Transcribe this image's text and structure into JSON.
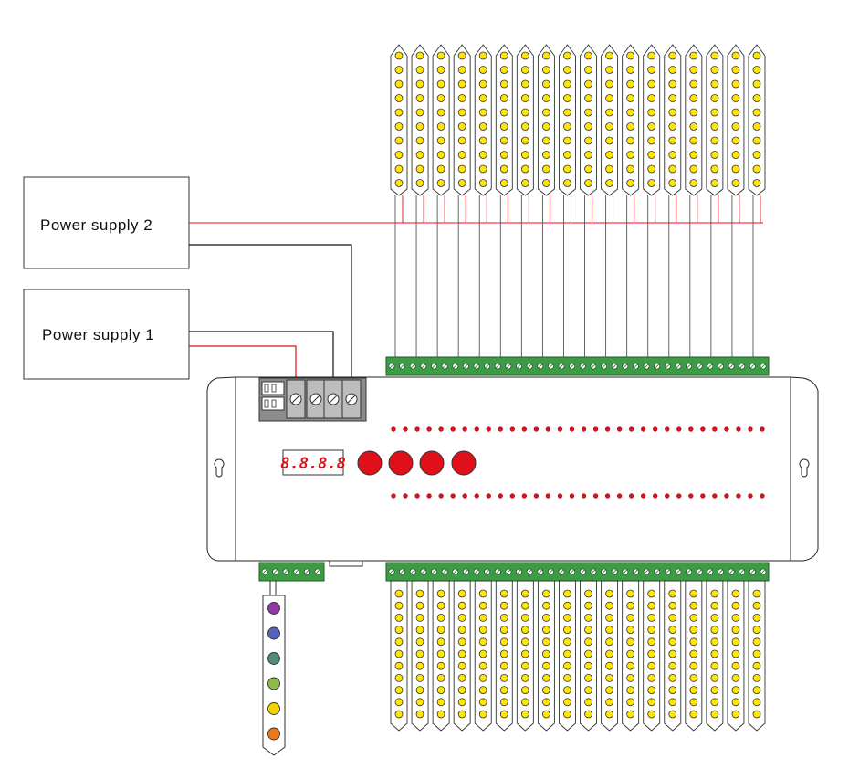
{
  "power_supplies": [
    {
      "label": "Power supply 2"
    },
    {
      "label": "Power supply 1"
    }
  ],
  "controller": {
    "display_text": "8.8.8.8",
    "button_count": 4,
    "indicator_led_rows": 2,
    "indicator_leds_per_row": 32
  },
  "led_strips": {
    "top_count": 18,
    "bottom_count": 18,
    "leds_per_top_strip": 10,
    "leds_per_bottom_strip": 11
  },
  "rgb_strip_leds": [
    {
      "name": "purple",
      "color": "#8e3aa0"
    },
    {
      "name": "blue",
      "color": "#5462b8"
    },
    {
      "name": "teal",
      "color": "#4f8c7e"
    },
    {
      "name": "green",
      "color": "#8dbb45"
    },
    {
      "name": "yellow",
      "color": "#f2d400"
    },
    {
      "name": "orange",
      "color": "#e8781a"
    }
  ],
  "colors": {
    "wire_positive": "#e0101a",
    "wire_negative": "#111111",
    "terminal_green": "#3d9b45",
    "led_yellow": "#ffe600",
    "indicator_red": "#e0101a",
    "terminal_gray": "#8c8c8c"
  }
}
